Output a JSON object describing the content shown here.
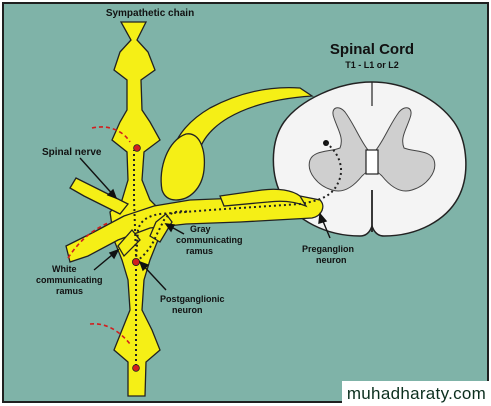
{
  "colors": {
    "background": "#7fb3a8",
    "border": "#1f1f1f",
    "nerve": "#f5ef16",
    "nerve_outline": "#222222",
    "cord_fill": "#f4f4f4",
    "gray_matter": "#cfcfcf",
    "neuron_dot": "#d21e1e",
    "dotted_path": "#222222",
    "red_dash": "#d21e1e"
  },
  "labels": {
    "sympathetic_chain": "Sympathetic chain",
    "spinal_cord_title": "Spinal Cord",
    "spinal_cord_level": "T1 - L1 or L2",
    "spinal_nerve": "Spinal nerve",
    "gray_ramus_line1": "Gray",
    "gray_ramus_line2": "communicating",
    "gray_ramus_line3": "ramus",
    "white_ramus_line1": "White",
    "white_ramus_line2": "communicating",
    "white_ramus_line3": "ramus",
    "preganglion_line1": "Preganglion",
    "preganglion_line2": "neuron",
    "postganglionic_line1": "Postganglionic",
    "postganglionic_line2": "neuron"
  },
  "watermark": "muhadharaty.com"
}
